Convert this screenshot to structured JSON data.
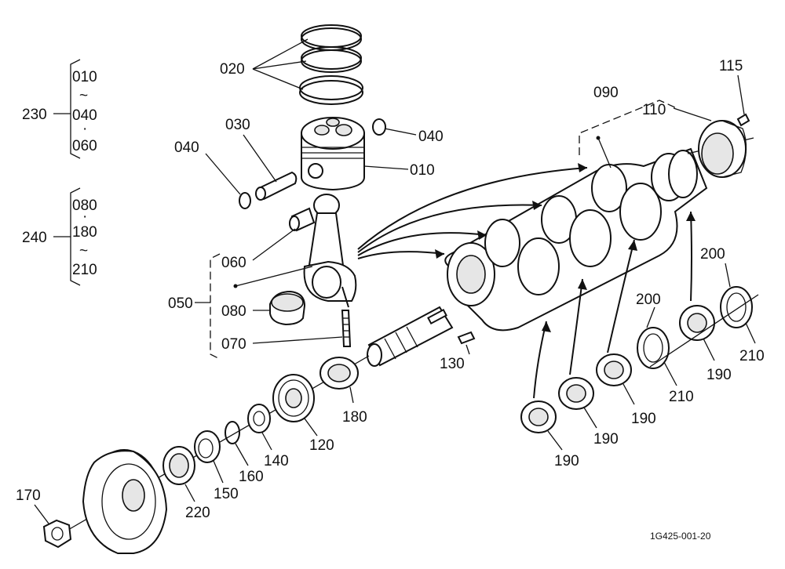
{
  "labels": {
    "p020": "020",
    "p030": "030",
    "p040_left": "040",
    "p040_right": "040",
    "p010": "010",
    "p060": "060",
    "p050": "050",
    "p080": "080",
    "p070": "070",
    "p090": "090",
    "p110": "110",
    "p115": "115",
    "p130": "130",
    "p180": "180",
    "p120": "120",
    "p140": "140",
    "p160": "160",
    "p150": "150",
    "p220": "220",
    "p170": "170",
    "p190_a": "190",
    "p190_b": "190",
    "p190_c": "190",
    "p190_d": "190",
    "p200_a": "200",
    "p200_b": "200",
    "p210_a": "210",
    "p210_b": "210"
  },
  "groups": {
    "g230": {
      "label": "230",
      "from": "010",
      "sep": "~",
      "to": "040",
      "dot": "·",
      "extra": "060"
    },
    "g240": {
      "label": "240",
      "from": "080",
      "dot": "·",
      "mid": "180",
      "sep": "~",
      "to": "210"
    }
  },
  "reference": "1G425-001-20"
}
